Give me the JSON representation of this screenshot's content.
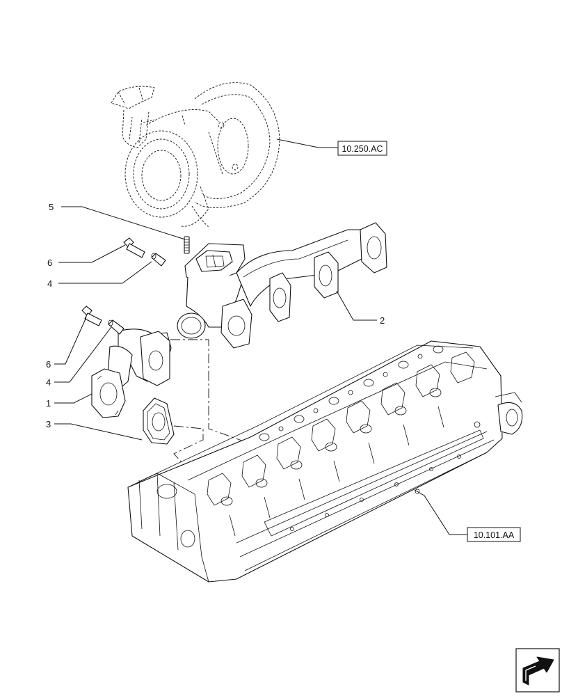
{
  "callouts": {
    "c1": "1",
    "c2": "2",
    "c3": "3",
    "c4a": "4",
    "c4b": "4",
    "c5": "5",
    "c6a": "6",
    "c6b": "6"
  },
  "references": {
    "turbocharger": "10.250.AC",
    "cylinder_head": "10.101.AA"
  },
  "icons": {
    "nav": "next-page-arrow-icon"
  }
}
